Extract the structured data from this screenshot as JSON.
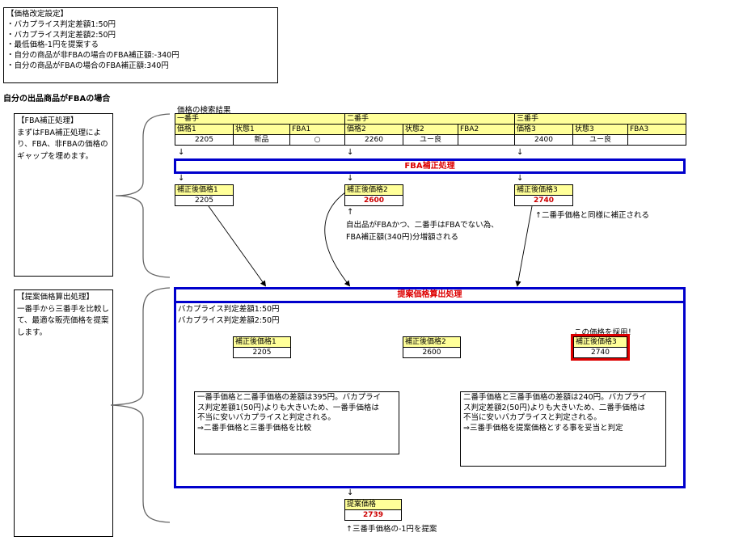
{
  "settings": {
    "title": "【価格改定設定】",
    "lines": [
      "・バカプライス判定差額1:50円",
      "・バカプライス判定差額2:50円",
      "・最低価格-1円を提案する",
      "・自分の商品が非FBAの場合のFBA補正額:-340円",
      "・自分の商品がFBAの場合のFBA補正額:340円"
    ]
  },
  "scenario_heading": "自分の出品商品がFBAの場合",
  "notes": {
    "fba": {
      "title": "【FBA補正処理】",
      "body": "まずはFBA補正処理により、FBA、非FBAの価格のギャップを埋めます。"
    },
    "proposal": {
      "title": "【提案価格算出処理】",
      "body": "一番手から三番手を比較して、最適な販売価格を提案します。"
    }
  },
  "search": {
    "caption": "価格の検索結果",
    "sellers": [
      {
        "rank": "一番手",
        "headers": [
          "価格1",
          "状態1",
          "FBA1"
        ],
        "values": [
          "2205",
          "新品",
          "○"
        ]
      },
      {
        "rank": "二番手",
        "headers": [
          "価格2",
          "状態2",
          "FBA2"
        ],
        "values": [
          "2260",
          "ユー良",
          ""
        ]
      },
      {
        "rank": "三番手",
        "headers": [
          "価格3",
          "状態3",
          "FBA3"
        ],
        "values": [
          "2400",
          "ユー良",
          ""
        ]
      }
    ]
  },
  "arrows": {
    "down": "↓",
    "up": "↑"
  },
  "fba_process": {
    "title": "FBA補正処理"
  },
  "corrected": [
    {
      "label": "補正後価格1",
      "value": "2205",
      "changed": false
    },
    {
      "label": "補正後価格2",
      "value": "2600",
      "changed": true
    },
    {
      "label": "補正後価格3",
      "value": "2740",
      "changed": true
    }
  ],
  "annotations": {
    "price2": "自出品がFBAかつ、二番手はFBAでない為、FBA補正額(340円)分増額される",
    "price2_line1": "自出品がFBAかつ、二番手はFBAでない為、",
    "price2_line2": "FBA補正額(340円)分増額される",
    "price3": "↑二番手価格と同様に補正される"
  },
  "proposal_process": {
    "title": "提案価格算出処理",
    "thresholds": [
      "バカプライス判定差額1:50円",
      "バカプライス判定差額2:50円"
    ],
    "adopt_label": "この価格を採用！",
    "adopted_index": 3,
    "comparisons": [
      {
        "lines": [
          "一番手価格と二番手価格の差額は395円。バカプライ",
          "ス判定差額1(50円)よりも大きいため、一番手価格は",
          "不当に安いバカプライスと判定される。",
          "⇒二番手価格と三番手価格を比較"
        ]
      },
      {
        "lines": [
          "二番手価格と三番手価格の差額は240円。バカプライ",
          "ス判定差額2(50円)よりも大きいため、二番手価格は",
          "不当に安いバカプライスと判定される。",
          "⇒三番手価格を提案価格とする事を妥当と判定"
        ]
      }
    ]
  },
  "result": {
    "label": "提案価格",
    "value": "2739",
    "note": "↑三番手価格の-1円を提案"
  },
  "colors": {
    "header_yellow": "#ffff99",
    "process_blue": "#0000cc",
    "accent_red": "#dd0000"
  }
}
